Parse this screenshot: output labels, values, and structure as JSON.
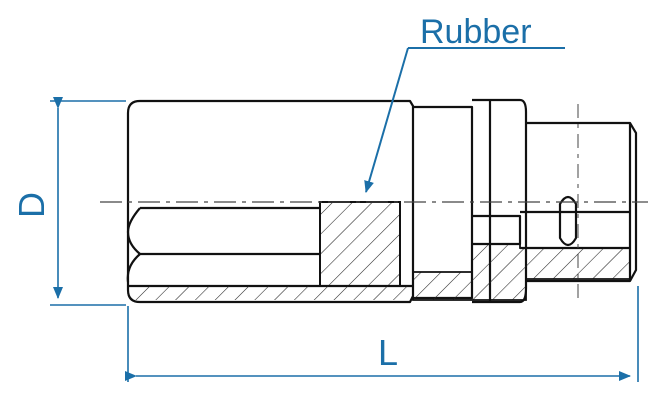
{
  "labels": {
    "rubber": "Rubber",
    "diameter": "D",
    "length": "L"
  },
  "colors": {
    "outline": "#111111",
    "dimension": "#1b6fa8",
    "background": "#ffffff"
  }
}
